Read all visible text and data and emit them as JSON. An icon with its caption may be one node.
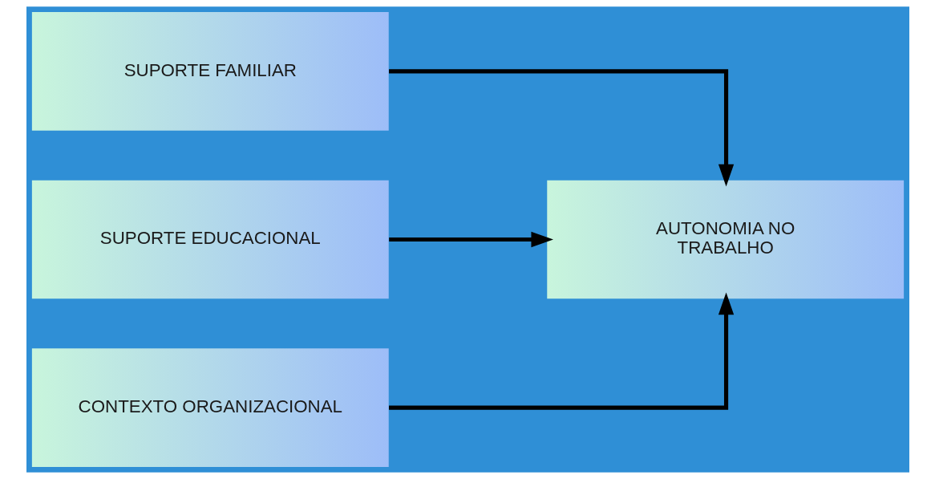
{
  "diagram": {
    "nodes": [
      {
        "text": [
          "SUPORTE FAMILIAR"
        ]
      },
      {
        "text": [
          "SUPORTE EDUCACIONAL"
        ]
      },
      {
        "text": [
          "CONTEXTO ORGANIZACIONAL"
        ]
      },
      {
        "text": [
          "AUTONOMIA NO TRABALHO"
        ]
      }
    ],
    "edges": [
      {
        "from": 0,
        "to": 3,
        "arrow": "to"
      },
      {
        "from": 1,
        "to": 3,
        "arrow": "to"
      },
      {
        "from": 2,
        "to": 3,
        "arrow": "to"
      }
    ]
  }
}
